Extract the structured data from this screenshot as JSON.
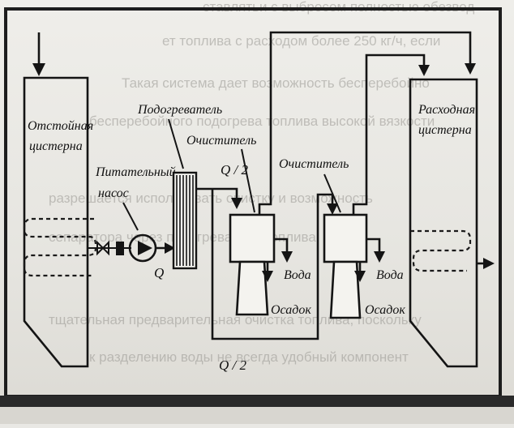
{
  "labels": {
    "settling_tank": [
      "Отстойная",
      "цистерна"
    ],
    "feed_pump": [
      "Питательный",
      "насос"
    ],
    "heater": "Подогреватель",
    "separator_1": "Очиститель",
    "separator_2": "Очиститель",
    "service_tank": [
      "Расходная",
      "цистерна"
    ],
    "flow_q": "Q",
    "flow_half_top": "Q / 2",
    "flow_half_bottom": "Q / 2",
    "water_1": "Вода",
    "sludge_1": "Осадок",
    "water_2": "Вода",
    "sludge_2": "Осадок"
  },
  "bleed_text": [
    "ставлятьи с выбросом полностью обезвод",
    "ет топлива с расходом более 250 кг/ч, если",
    "Такая система дает возможность бесперебойно",
    "бесперебойного подогрева топлива высокой вязкости",
    "разрешается использовать очистку и возможность",
    "сепаратора через подогреватель топлива",
    "тщательная предварительная очистка топлива, поскольку",
    "к разделению воды не всегда удобный компонент"
  ],
  "colors": {
    "ink": "#141414",
    "paper": "#eceae6",
    "frame": "#1d1d1d"
  }
}
